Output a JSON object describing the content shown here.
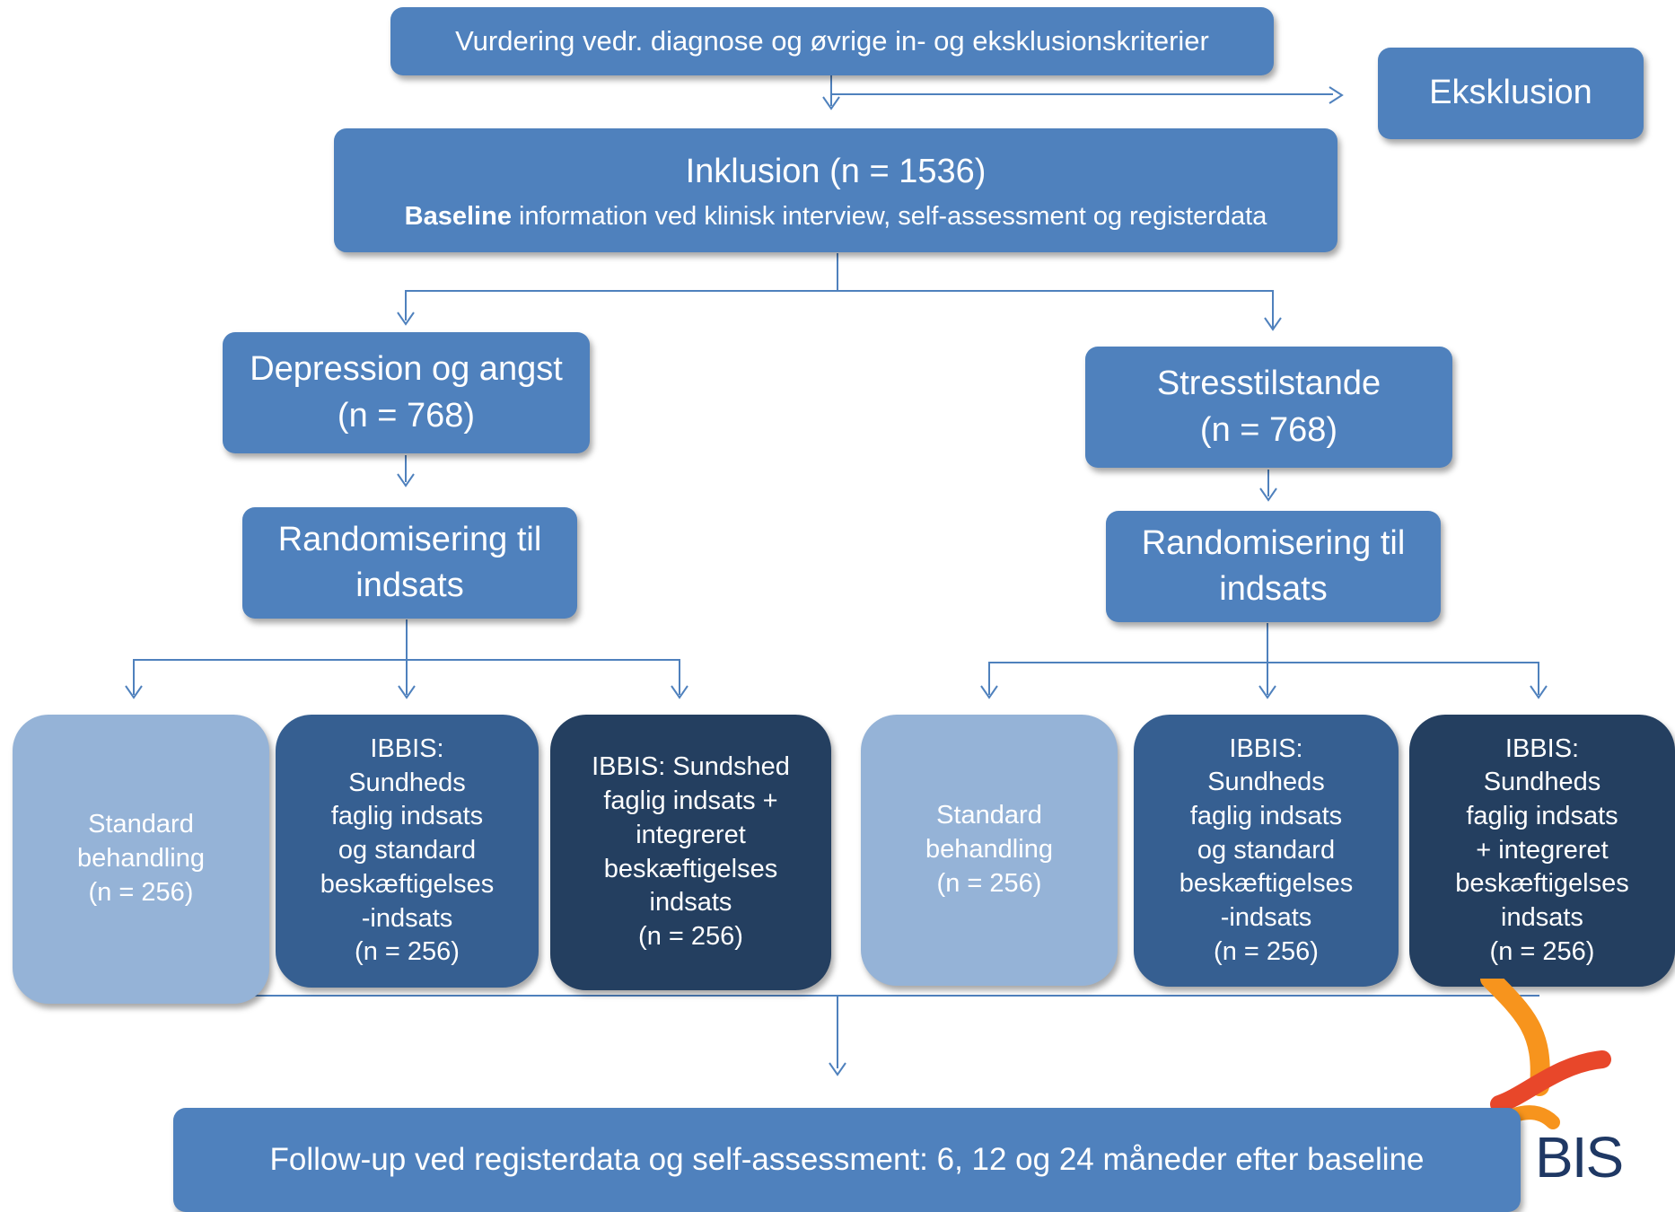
{
  "nodes": {
    "eval": "Vurdering vedr. diagnose og øvrige in- og eksklusionskriterier",
    "exclusion": "Eksklusion",
    "inclusion_title": "Inklusion (n = 1536)",
    "inclusion_sub_bold": "Baseline",
    "inclusion_sub_rest": " information ved klinisk interview, self-assessment og registerdata",
    "dep_lines": [
      "Depression og angst",
      "(n = 768)"
    ],
    "stress_lines": [
      "Stresstilstande",
      "(n = 768)"
    ],
    "rand_left_lines": [
      "Randomisering til",
      "indsats"
    ],
    "rand_right_lines": [
      "Randomisering til",
      "indsats"
    ],
    "arm_l1": [
      "Standard",
      "behandling",
      "(n = 256)"
    ],
    "arm_l2": [
      "IBBIS:",
      "Sundheds",
      "faglig indsats",
      "og  standard",
      "beskæftigelses",
      "-indsats",
      "(n = 256)"
    ],
    "arm_l3": [
      "IBBIS: Sundshed",
      "faglig indsats  +",
      "integreret",
      "beskæftigelses",
      "indsats",
      "(n = 256)"
    ],
    "arm_r1": [
      "Standard",
      "behandling",
      "(n = 256)"
    ],
    "arm_r2": [
      "IBBIS:",
      "Sundheds",
      "faglig indsats",
      "og standard",
      "beskæftigelses",
      "-indsats",
      "(n = 256)"
    ],
    "arm_r3": [
      "IBBIS:",
      "Sundheds",
      "faglig  indsats",
      "+ integreret",
      "beskæftigelses",
      "indsats",
      "(n = 256)"
    ],
    "followup": "Follow-up ved registerdata og self-assessment: 6, 12 og 24 måneder efter baseline"
  },
  "logo": {
    "text": "BIS",
    "colors": [
      "#f7941d",
      "#e8472a",
      "#1f3864"
    ]
  },
  "colors": {
    "box_mid": "#4f81bd",
    "box_light": "#95b3d7",
    "box_dark1": "#365f91",
    "box_dark2": "#243f60",
    "connector": "#4f81bd"
  }
}
